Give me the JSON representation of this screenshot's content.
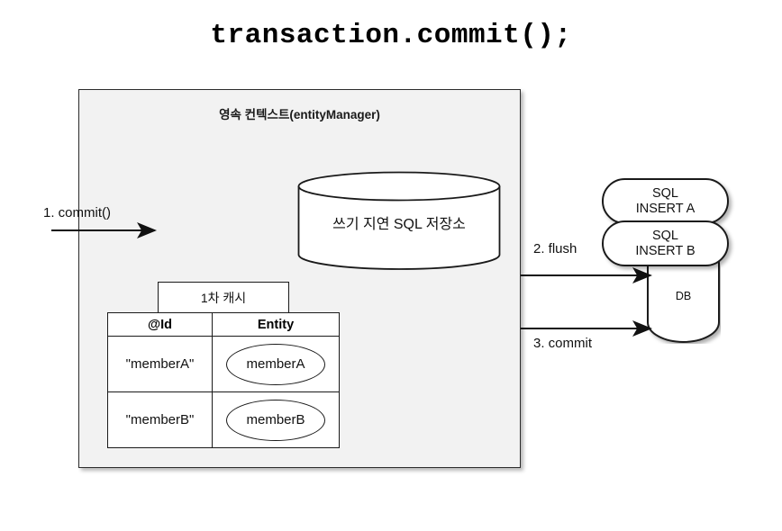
{
  "title": "transaction.commit();",
  "persistence_context": {
    "header": "영속 컨텍스트(entityManager)",
    "sql_store": {
      "label": "쓰기 지연 SQL 저장소",
      "shape": "cylinder"
    },
    "first_level_cache": {
      "caption": "1차 캐시",
      "columns": [
        "@Id",
        "Entity"
      ],
      "rows": [
        {
          "id": "\"memberA\"",
          "entity": "memberA"
        },
        {
          "id": "\"memberB\"",
          "entity": "memberB"
        }
      ]
    }
  },
  "sql_statements": [
    {
      "line1": "SQL",
      "line2": "INSERT A"
    },
    {
      "line1": "SQL",
      "line2": "INSERT B"
    }
  ],
  "database": {
    "label": "DB",
    "shape": "cylinder"
  },
  "flows": [
    {
      "id": "step1",
      "label": "1. commit()"
    },
    {
      "id": "step2",
      "label": "2. flush"
    },
    {
      "id": "step3",
      "label": "3. commit"
    }
  ],
  "colors": {
    "page_background": "#ffffff",
    "context_fill": "#f2f2f2",
    "stroke": "#1a1a1a",
    "shape_fill": "#ffffff",
    "text": "#111111"
  }
}
